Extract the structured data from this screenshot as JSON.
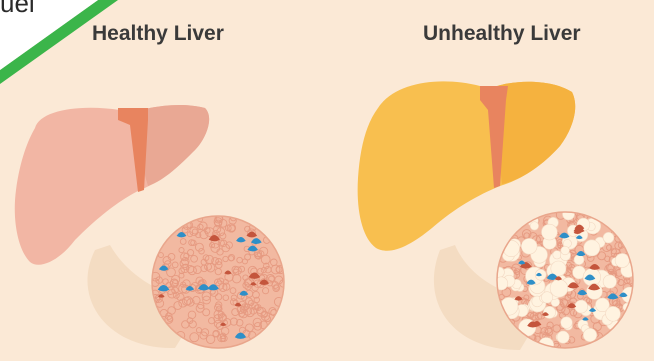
{
  "corner_text": "uel",
  "panels": {
    "healthy": {
      "title": "Healthy Liver"
    },
    "unhealthy": {
      "title": "Unhealthy Liver"
    }
  },
  "colors": {
    "background": "#fbe9d6",
    "healthy_liver": "#f2b6a4",
    "healthy_liver_shade": "#e49f8c",
    "unhealthy_liver": "#f8bf4f",
    "unhealthy_liver_shade": "#f0a832",
    "ligament": "#e8845f",
    "tissue_pink": "#f2b9a1",
    "tissue_cell": "#e69a81",
    "fat_cell": "#fff3e0",
    "blue_cell": "#2e8fc8",
    "red_cell": "#c4553c",
    "beam": "#f4dcc2",
    "banner_green": "#3bb54a"
  }
}
